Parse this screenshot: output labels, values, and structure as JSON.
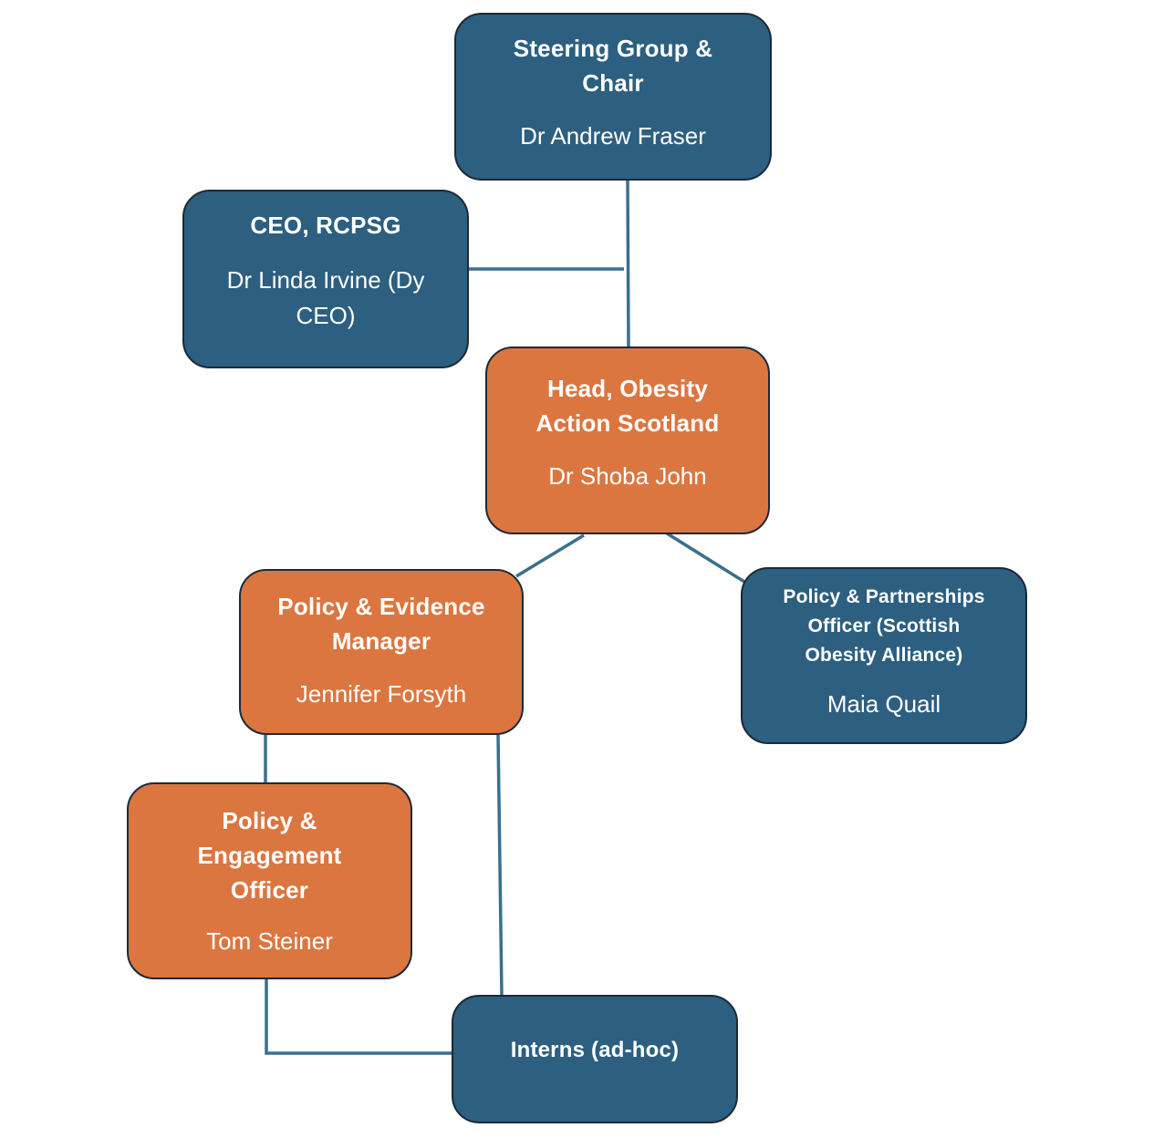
{
  "colors": {
    "blue": "#2c5f80",
    "orange": "#db7640",
    "connector": "#3a6f8f",
    "border": "#1c2a36"
  },
  "nodes": {
    "steering": {
      "role": "Steering Group & Chair",
      "person": "Dr Andrew Fraser"
    },
    "ceo": {
      "role": "CEO, RCPSG",
      "person": "Dr Linda Irvine (Dy CEO)"
    },
    "head": {
      "role": "Head, Obesity Action Scotland",
      "person": "Dr Shoba John"
    },
    "manager": {
      "role": "Policy & Evidence Manager",
      "person": "Jennifer Forsyth"
    },
    "partnerships": {
      "role": "Policy & Partnerships Officer (Scottish Obesity Alliance)",
      "person": "Maia Quail"
    },
    "engagement": {
      "role": "Policy & Engagement Officer",
      "person": "Tom Steiner"
    },
    "interns": {
      "role": "Interns (ad-hoc)"
    }
  }
}
